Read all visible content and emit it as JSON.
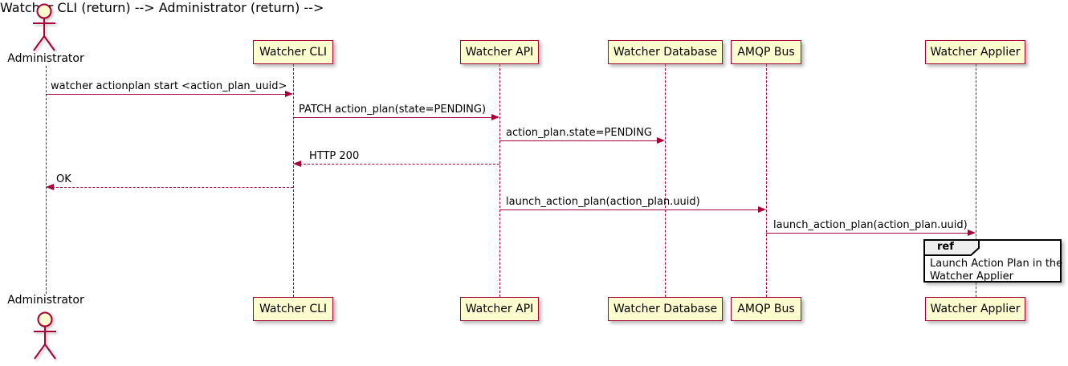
{
  "actors": [
    {
      "name": "Administrator"
    }
  ],
  "participants": [
    {
      "label": "Watcher CLI"
    },
    {
      "label": "Watcher API"
    },
    {
      "label": "Watcher Database"
    },
    {
      "label": "AMQP Bus"
    },
    {
      "label": "Watcher Applier"
    }
  ],
  "messages": [
    {
      "text": "watcher actionplan start <action_plan_uuid>",
      "from": "Administrator",
      "to": "Watcher CLI",
      "style": "solid"
    },
    {
      "text": "PATCH action_plan(state=PENDING)",
      "from": "Watcher CLI",
      "to": "Watcher API",
      "style": "solid"
    },
    {
      "text": "action_plan.state=PENDING",
      "from": "Watcher API",
      "to": "Watcher Database",
      "style": "solid"
    },
    {
      "text": "HTTP 200",
      "from": "Watcher API",
      "to": "Watcher CLI",
      "style": "dashed"
    },
    {
      "text": "OK",
      "from": "Watcher CLI",
      "to": "Administrator",
      "style": "dashed"
    },
    {
      "text": "launch_action_plan(action_plan.uuid)",
      "from": "Watcher API",
      "to": "AMQP Bus",
      "style": "solid"
    },
    {
      "text": "launch_action_plan(action_plan.uuid)",
      "from": "AMQP Bus",
      "to": "Watcher Applier",
      "style": "solid"
    }
  ],
  "ref": {
    "keyword": "ref",
    "line1": "Launch Action Plan in the",
    "line2": "Watcher Applier"
  },
  "colors": {
    "border": "#A80036",
    "participant_fill": "#FEFECE",
    "text": "#000000",
    "ref_header_fill": "#EEEEEE",
    "background": "#FFFFFF"
  }
}
